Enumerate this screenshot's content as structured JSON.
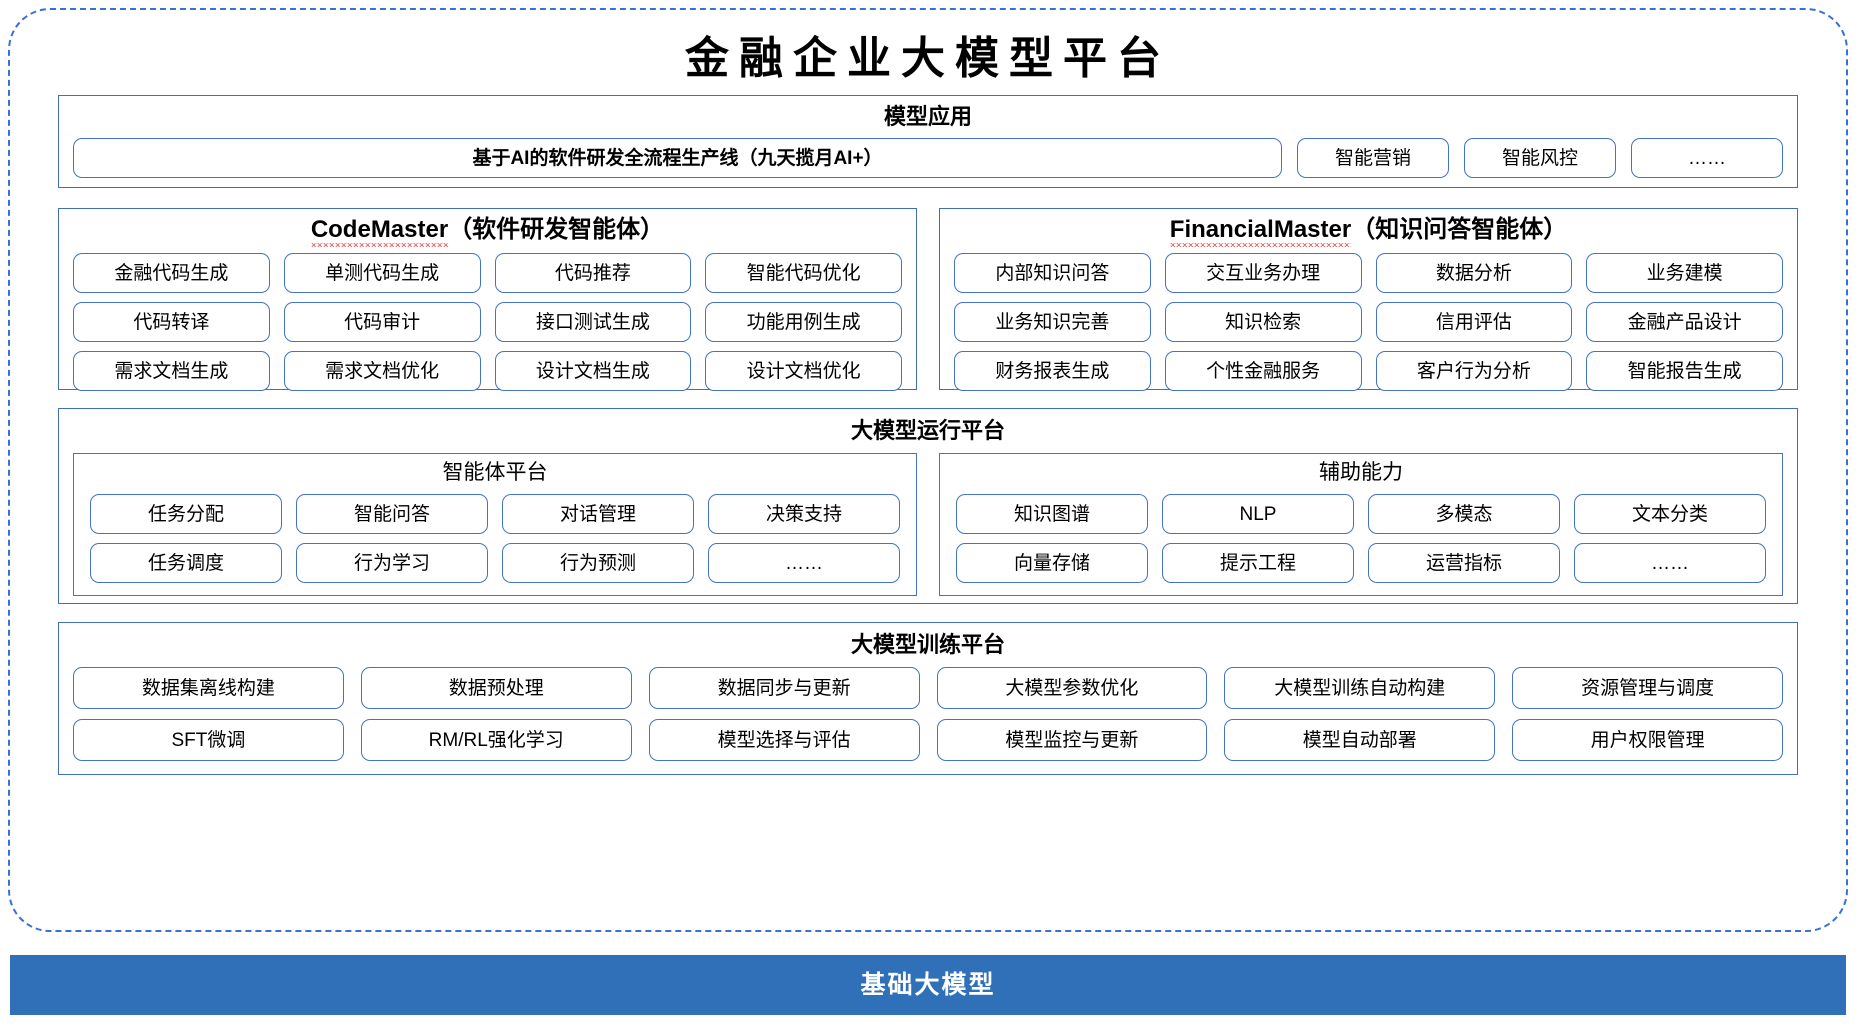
{
  "title": "金融企业大模型平台",
  "sections": {
    "application": {
      "title": "模型应用",
      "primary": "基于AI的软件研发全流程生产线（九天揽月AI+）",
      "items": [
        "智能营销",
        "智能风控",
        "……"
      ]
    },
    "agents": [
      {
        "name_en": "CodeMaster",
        "name_cn": "（软件研发智能体）",
        "misspelled": true,
        "items": [
          "金融代码生成",
          "单测代码生成",
          "代码推荐",
          "智能代码优化",
          "代码转译",
          "代码审计",
          "接口测试生成",
          "功能用例生成",
          "需求文档生成",
          "需求文档优化",
          "设计文档生成",
          "设计文档优化"
        ]
      },
      {
        "name_en": "FinancialMaster",
        "name_cn": "（知识问答智能体）",
        "misspelled": true,
        "items": [
          "内部知识问答",
          "交互业务办理",
          "数据分析",
          "业务建模",
          "业务知识完善",
          "知识检索",
          "信用评估",
          "金融产品设计",
          "财务报表生成",
          "个性金融服务",
          "客户行为分析",
          "智能报告生成"
        ]
      }
    ],
    "runtime": {
      "title": "大模型运行平台",
      "groups": [
        {
          "title": "智能体平台",
          "items": [
            "任务分配",
            "智能问答",
            "对话管理",
            "决策支持",
            "任务调度",
            "行为学习",
            "行为预测",
            "……"
          ]
        },
        {
          "title": "辅助能力",
          "items": [
            "知识图谱",
            "NLP",
            "多模态",
            "文本分类",
            "向量存储",
            "提示工程",
            "运营指标",
            "……"
          ]
        }
      ]
    },
    "training": {
      "title": "大模型训练平台",
      "items": [
        "数据集离线构建",
        "数据预处理",
        "数据同步与更新",
        "大模型参数优化",
        "大模型训练自动构建",
        "资源管理与调度",
        "SFT微调",
        "RM/RL强化学习",
        "模型选择与评估",
        "模型监控与更新",
        "模型自动部署",
        "用户权限管理"
      ]
    },
    "foundation": {
      "label": "基础大模型"
    }
  },
  "colors": {
    "accent_blue": "#3070b8",
    "border_blue": "#4472c4",
    "panel_border": "#3f6fb5",
    "spellcheck_red": "#e8403a",
    "footer_text": "#ffffff"
  }
}
